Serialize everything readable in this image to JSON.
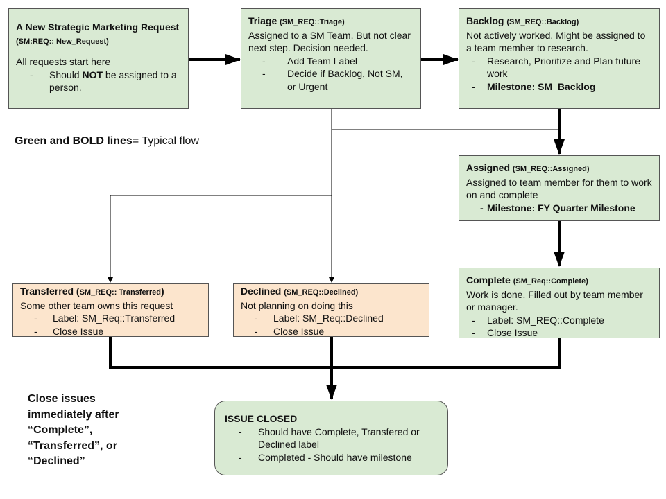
{
  "new_request": {
    "title": "A New Strategic Marketing Request",
    "code": "(SM:REQ:: New_Request)",
    "text": "All requests start here",
    "bullet_pre": "Should ",
    "bullet_bold": "NOT",
    "bullet_post": " be assigned to a person."
  },
  "triage": {
    "title": "Triage",
    "code": "(SM_REQ::Triage)",
    "text": "Assigned to a SM Team.  But not clear next step.  Decision needed.",
    "bullets": [
      "Add Team Label",
      "Decide if Backlog, Not SM, or Urgent"
    ]
  },
  "backlog": {
    "title": "Backlog",
    "code": "(SM_REQ::Backlog)",
    "text": "Not actively worked.  Might be assigned to a team member to research.",
    "bullets": [
      "Research, Prioritize and Plan future work"
    ],
    "milestone": "Milestone: SM_Backlog"
  },
  "assigned": {
    "title": "Assigned",
    "code": "(SM_REQ::Assigned)",
    "text": "Assigned to team member for them to work on and complete",
    "milestone": "Milestone: FY Quarter Milestone"
  },
  "complete": {
    "title": "Complete",
    "code": "(SM_Req::Complete)",
    "text": "Work is done.  Filled out by team member or manager.",
    "bullets": [
      "Label: SM_REQ::Complete",
      "Close Issue"
    ]
  },
  "transferred": {
    "title": "Transferred (",
    "code": "SM_REQ:: Transferred",
    "title_close": ")",
    "text": "Some other team owns this request",
    "bullets": [
      "Label: SM_Req::Transferred",
      "Close Issue"
    ]
  },
  "declined": {
    "title": "Declined",
    "code": "(SM_REQ::Declined)",
    "text": "Not planning on doing this",
    "bullets": [
      "Label: SM_Req::Declined",
      "Close Issue"
    ]
  },
  "closed": {
    "title": "ISSUE CLOSED",
    "bullets": [
      "Should have Complete, Transfered or Declined label",
      "Completed - Should have milestone"
    ]
  },
  "legend": {
    "bold": "Green and BOLD lines",
    "rest": "= Typical flow"
  },
  "close_note": "Close issues immediately after “Complete”, “Transferred”, or “Declined”",
  "colors": {
    "green_fill": "#d9ead3",
    "orange_fill": "#fce5cd",
    "border": "#555555"
  }
}
